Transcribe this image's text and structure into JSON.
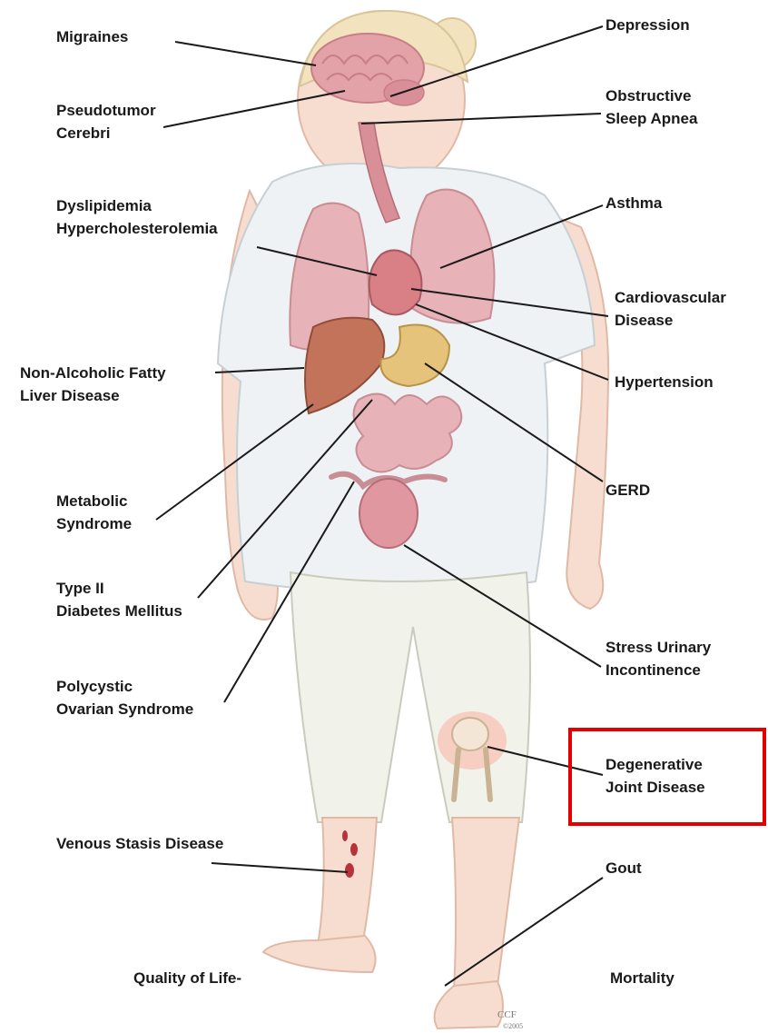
{
  "labels": {
    "migraines": "Migraines",
    "pseudotumor": [
      "Pseudotumor",
      "Cerebri"
    ],
    "dyslipidemia": [
      "Dyslipidemia",
      "Hypercholesterolemia"
    ],
    "nafld": [
      "Non-Alcoholic Fatty",
      "Liver Disease"
    ],
    "metabolic": [
      "Metabolic",
      "Syndrome"
    ],
    "diabetes": [
      "Type II",
      "Diabetes Mellitus"
    ],
    "pcos": [
      "Polycystic",
      "Ovarian Syndrome"
    ],
    "venous": "Venous Stasis Disease",
    "quality": "Quality of Life-",
    "depression": "Depression",
    "osa": [
      "Obstructive",
      "Sleep Apnea"
    ],
    "asthma": "Asthma",
    "cardio": [
      "Cardiovascular",
      "Disease"
    ],
    "hypertension": "Hypertension",
    "gerd": "GERD",
    "stress": [
      "Stress Urinary",
      "Incontinence"
    ],
    "djd": [
      "Degenerative",
      "Joint Disease"
    ],
    "gout": "Gout",
    "mortality": "Mortality"
  },
  "signature": [
    "CCF",
    "©2005"
  ],
  "colors": {
    "highlight": "#e50000",
    "skin": "#f6ddd0",
    "shirt": "#eef2f4",
    "organ": "#e3a2a8",
    "liver": "#c3735a",
    "stomach": "#e6c37a",
    "hair": "#f2e2bd",
    "leader": "#1a1a1a"
  }
}
